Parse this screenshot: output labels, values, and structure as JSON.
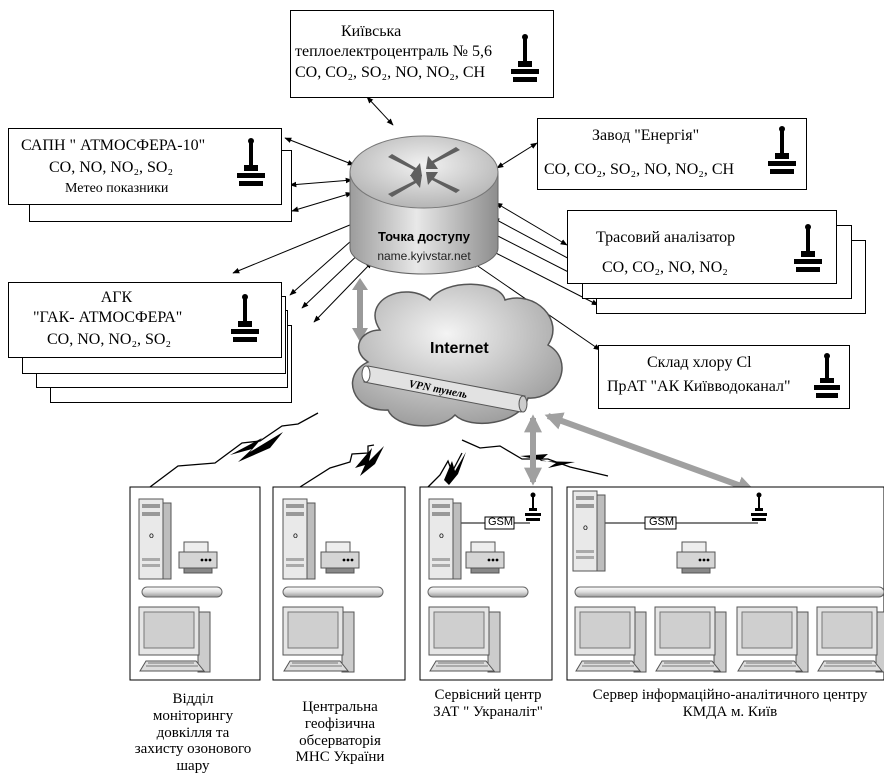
{
  "kyiv_tec": {
    "line1": "Київська",
    "line2": "теплоелектроцентраль № 5,6",
    "line3": "CO, CO₂, SO₂, NO, NO₂, CH"
  },
  "sapn": {
    "line1": "САПН \" АТМОСФЕРА-10\"",
    "line2": "CO,  NO, NO₂, SO₂",
    "line3": "Метео показники"
  },
  "agk": {
    "line1": "АГК",
    "line2": "\"ГАК- АТМОСФЕРА\"",
    "line3": "CO,  NO, NO₂, SO₂"
  },
  "energy_plant": {
    "line1": "Завод \"Енергія\"",
    "line2": "CO, CO₂, SO₂, NO, NO₂, CH"
  },
  "trace_analyzer": {
    "line1": "Трасовий аналізатор",
    "line2": "CO, CO₂, NO, NO₂"
  },
  "chlorine": {
    "line1": "Склад хлору Cl",
    "line2": "ПрАТ  \"АК Київводоканал\""
  },
  "access_point": {
    "label": "Точка доступу",
    "host": "name.kyivstar.net"
  },
  "cloud": {
    "label": "Internet",
    "tunnel": "VPN тунель"
  },
  "gsm_label": "GSM",
  "captions": {
    "monitoring": [
      "Відділ",
      "моніторингу",
      "довкілля та",
      "захисту озонового",
      "шару"
    ],
    "observatory": [
      "Центральна",
      "геофізична",
      "обсерваторія",
      "МНС України"
    ],
    "service": [
      "Сервісний центр",
      "ЗАТ \" Украналіт\""
    ],
    "server": [
      "Сервер інформаційно-аналітичного центру",
      "КМДА м. Київ"
    ]
  }
}
